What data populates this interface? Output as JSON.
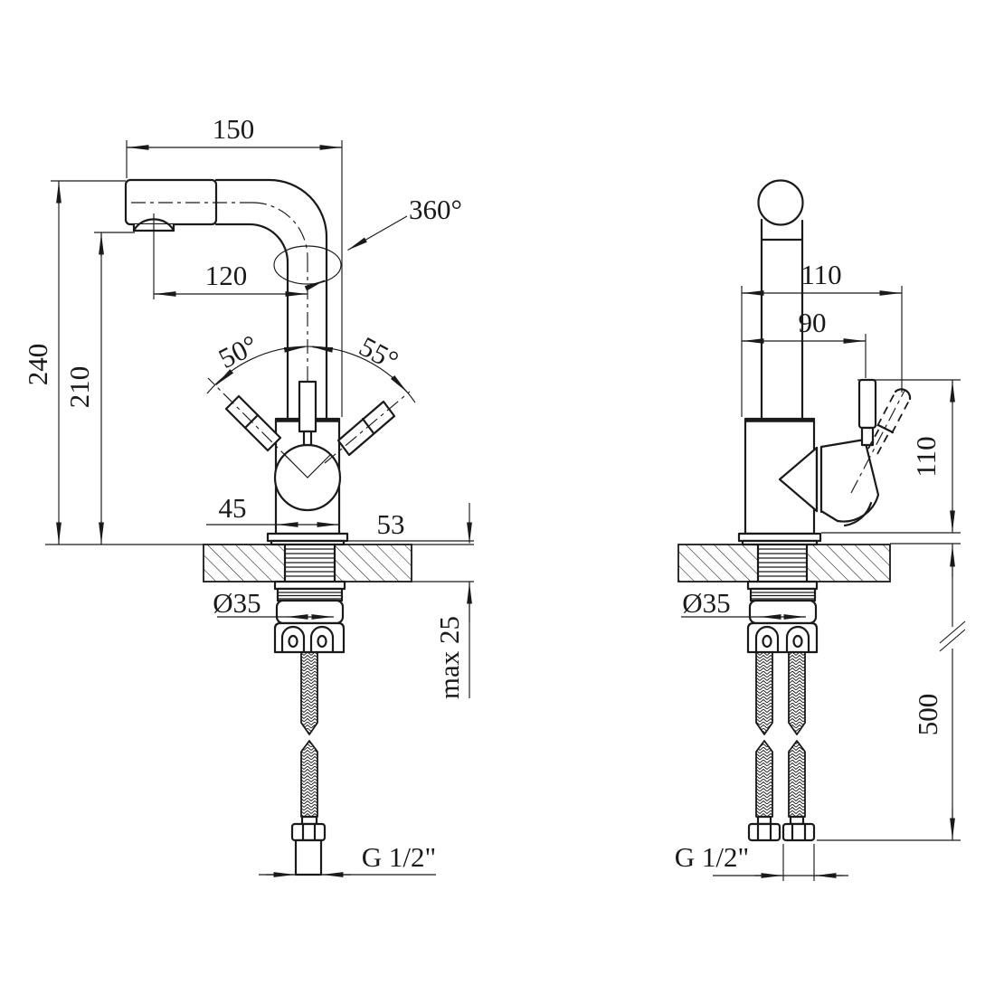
{
  "meta": {
    "background": "#ffffff",
    "line_color": "#1a1a1a",
    "drawing_type": "faucet installation dimensions"
  },
  "left_view": {
    "dims": {
      "reach_150": "150",
      "swivel_360": "360°",
      "projection_120": "120",
      "height_240": "240",
      "height_210": "210",
      "angle_50": "50°",
      "angle_55": "55°",
      "width_45": "45",
      "dim_53": "53",
      "diameter_35": "Ø35",
      "deck_max25": "max 25",
      "thread_g12": "G 1/2\""
    }
  },
  "right_view": {
    "dims": {
      "depth_110": "110",
      "depth_90": "90",
      "height_110": "110",
      "hose_500": "500",
      "diameter_35": "Ø35",
      "thread_g12": "G 1/2\""
    }
  }
}
